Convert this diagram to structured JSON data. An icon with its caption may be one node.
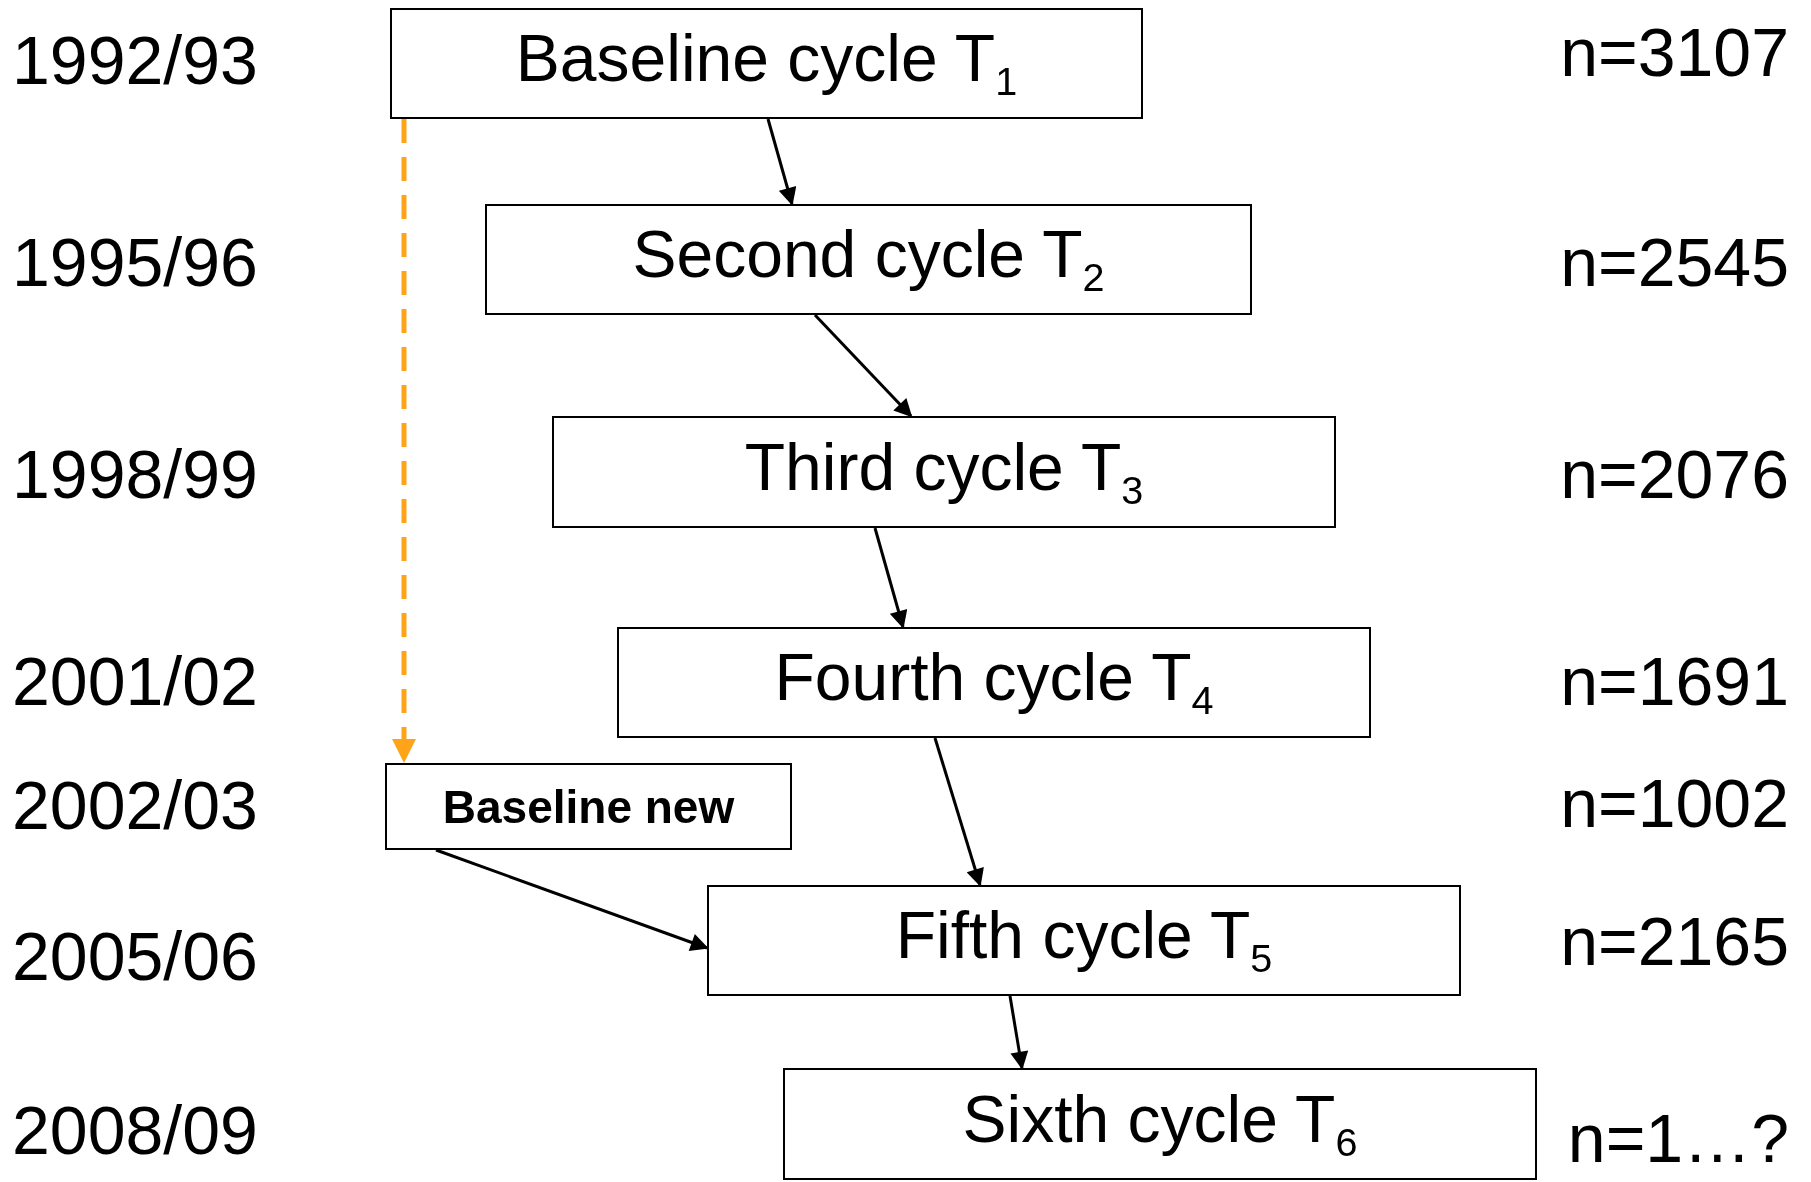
{
  "diagram": {
    "nodes": [
      {
        "text": [
          "Baseline cycle T$_{1}$"
        ]
      },
      {
        "text": [
          "Second cycle T$_{2}$"
        ]
      },
      {
        "text": [
          "Third cycle T$_{3}$"
        ]
      },
      {
        "text": [
          "Fourth cycle T$_{4}$"
        ]
      },
      {
        "text": [
          "Baseline new"
        ]
      },
      {
        "text": [
          "Fifth cycle T$_{5}$"
        ]
      },
      {
        "text": [
          "Sixth cycle T$_{6}$"
        ]
      }
    ],
    "edges": [
      {
        "from": 0,
        "to": 1,
        "arrow": "to"
      },
      {
        "from": 1,
        "to": 2,
        "arrow": "to"
      },
      {
        "from": 2,
        "to": 3,
        "arrow": "to"
      },
      {
        "from": 3,
        "to": 5,
        "arrow": "to"
      },
      {
        "from": 5,
        "to": 6,
        "arrow": "to"
      },
      {
        "from": 0,
        "to": 4,
        "arrow": "to",
        "style": "dashed",
        "color": "#ffa319"
      },
      {
        "from": 4,
        "to": 5,
        "arrow": "to"
      }
    ],
    "labels": [
      "1992/93",
      "n=3107",
      "1995/96",
      "n=2545",
      "1998/99",
      "n=2076",
      "2001/02",
      "n=1691",
      "2002/03",
      "n=1002",
      "2005/06",
      "n=2165",
      "2008/09",
      "n=1…?"
    ]
  }
}
